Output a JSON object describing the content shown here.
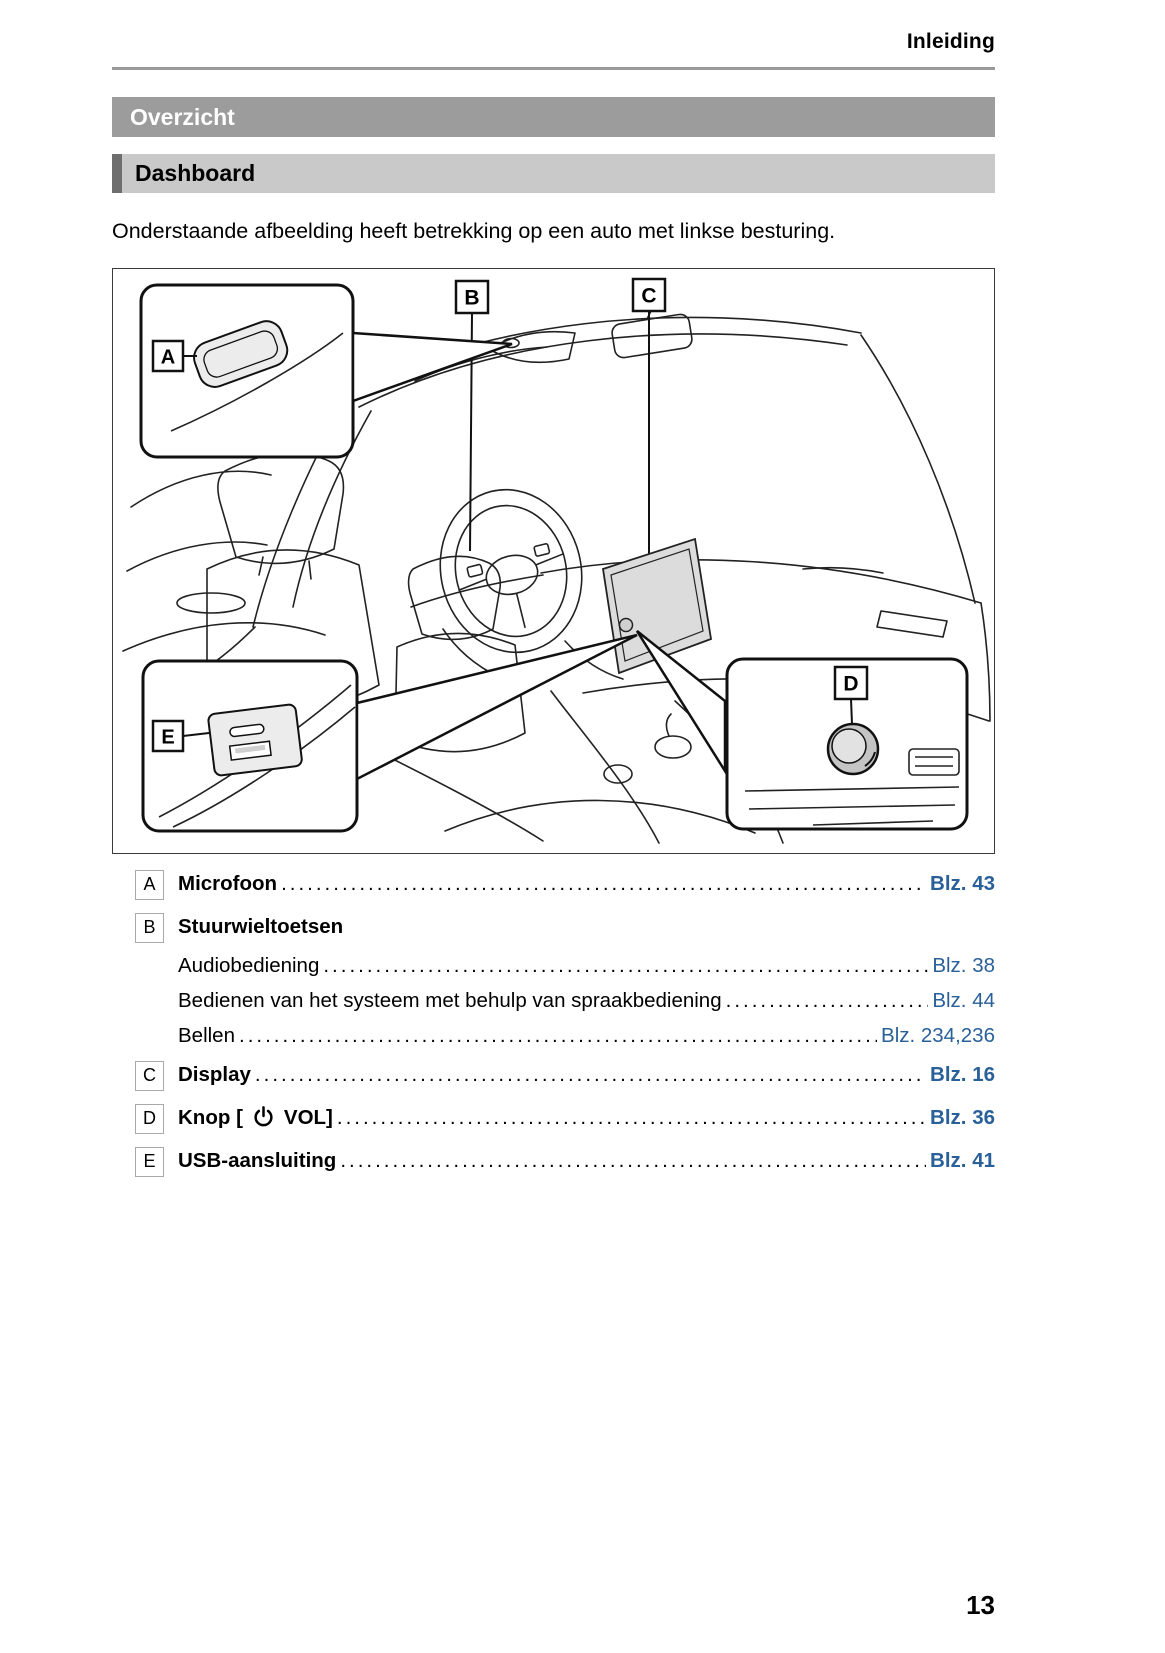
{
  "header": {
    "title": "Inleiding"
  },
  "banners": {
    "overzicht": "Overzicht",
    "dashboard": "Dashboard"
  },
  "intro": "Onderstaande afbeelding heeft betrekking op een auto met linkse besturing.",
  "figure": {
    "callouts": [
      "A",
      "B",
      "C",
      "D",
      "E"
    ]
  },
  "legend": {
    "items": [
      {
        "key": "A",
        "label": "Microfoon",
        "page": "Blz. 43"
      },
      {
        "key": "B",
        "label": "Stuurwieltoetsen",
        "sub": [
          {
            "label": "Audiobediening",
            "page": "Blz. 38"
          },
          {
            "label": "Bedienen van het systeem met behulp van spraakbediening",
            "page": "Blz. 44"
          },
          {
            "label": "Bellen",
            "page": "Blz. 234,236"
          }
        ]
      },
      {
        "key": "C",
        "label": "Display",
        "page": "Blz. 16"
      },
      {
        "key": "D",
        "label_pre": "Knop [",
        "label_post": "VOL]",
        "page": "Blz. 36"
      },
      {
        "key": "E",
        "label": "USB-aansluiting",
        "page": "Blz. 41"
      }
    ]
  },
  "page_number": "13",
  "colors": {
    "banner_dark": "#9c9c9c",
    "banner_light": "#c9c9c9",
    "banner_tab": "#6e6e6e",
    "link_blue": "#2a6099",
    "rule_gray": "#9a9a9a"
  }
}
